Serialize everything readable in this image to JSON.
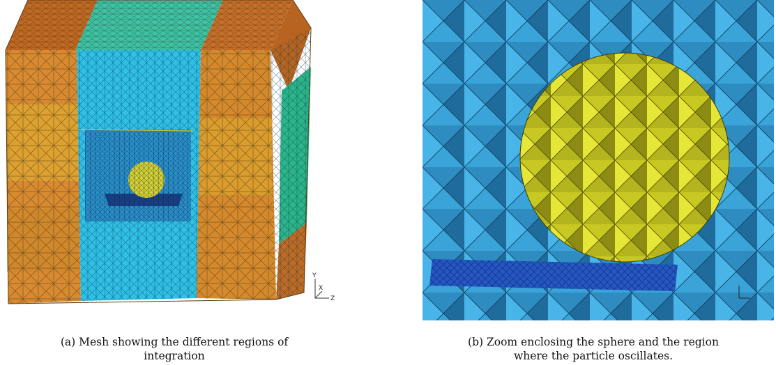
{
  "figure": {
    "panel_a": {
      "caption_line1": "(a) Mesh showing the different regions of",
      "caption_line2": "integration",
      "axis_labels": {
        "y": "Y",
        "x": "X",
        "z": "Z"
      },
      "colors": {
        "orange_light": "#e8a040",
        "orange_dark": "#b8661a",
        "gold": "#d8a628",
        "teal": "#38b896",
        "cyan": "#38c4e4",
        "blue": "#2a94cc",
        "yellow": "#d8d030"
      }
    },
    "panel_b": {
      "caption_line1": "(b) Zoom enclosing the sphere and the region",
      "caption_line2": "where the particle oscillates.",
      "colors": {
        "background_blue": "#3aa6dc",
        "dark_blue": "#1a6e9e",
        "sphere_yellow": "#d6d62c",
        "sphere_olive": "#8e8e18",
        "oscillation_band": "#2456c4"
      }
    }
  }
}
